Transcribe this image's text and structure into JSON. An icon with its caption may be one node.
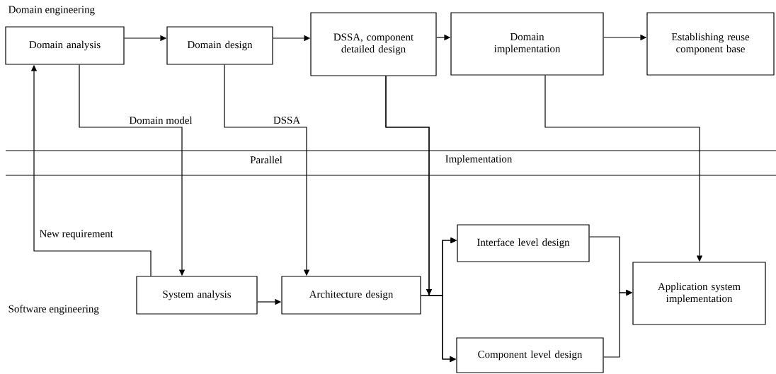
{
  "diagram": {
    "nodes": [
      {
        "text": [
          "Domain analysis"
        ]
      },
      {
        "text": [
          "Domain design"
        ]
      },
      {
        "text": [
          "DSSA, component detailed design"
        ]
      },
      {
        "text": [
          "Domain implementation"
        ]
      },
      {
        "text": [
          "Establishing reuse component base"
        ]
      },
      {
        "text": [
          "System analysis"
        ]
      },
      {
        "text": [
          "Architecture design"
        ]
      },
      {
        "text": [
          "Interface level design"
        ]
      },
      {
        "text": [
          "Component level design"
        ]
      },
      {
        "text": [
          "Application system implementation"
        ]
      }
    ],
    "edges": [
      {
        "from": 0,
        "to": 1,
        "arrow": "to"
      },
      {
        "from": 1,
        "to": 2,
        "arrow": "to"
      },
      {
        "from": 2,
        "to": 3,
        "arrow": "to"
      },
      {
        "from": 3,
        "to": 4,
        "arrow": "to"
      },
      {
        "from": 0,
        "to": 5,
        "arrow": "to",
        "label": "Domain model"
      },
      {
        "from": 1,
        "to": 6,
        "arrow": "to",
        "label": "DSSA"
      },
      {
        "from": 2,
        "to": 7,
        "arrow": "to"
      },
      {
        "from": 2,
        "to": 8,
        "arrow": "to"
      },
      {
        "from": 3,
        "to": 9,
        "arrow": "to"
      },
      {
        "from": 5,
        "to": 0,
        "arrow": "to",
        "label": "New requirement"
      },
      {
        "from": 5,
        "to": 6,
        "arrow": "to"
      },
      {
        "from": 6,
        "to": 7,
        "arrow": "to"
      },
      {
        "from": 6,
        "to": 8,
        "arrow": "to"
      },
      {
        "from": 7,
        "to": 9,
        "arrow": "to"
      },
      {
        "from": 8,
        "to": 9,
        "arrow": "to"
      }
    ],
    "labels": [
      "Domain engineering",
      "Parallel",
      "Implementation",
      "Software engineering"
    ]
  }
}
